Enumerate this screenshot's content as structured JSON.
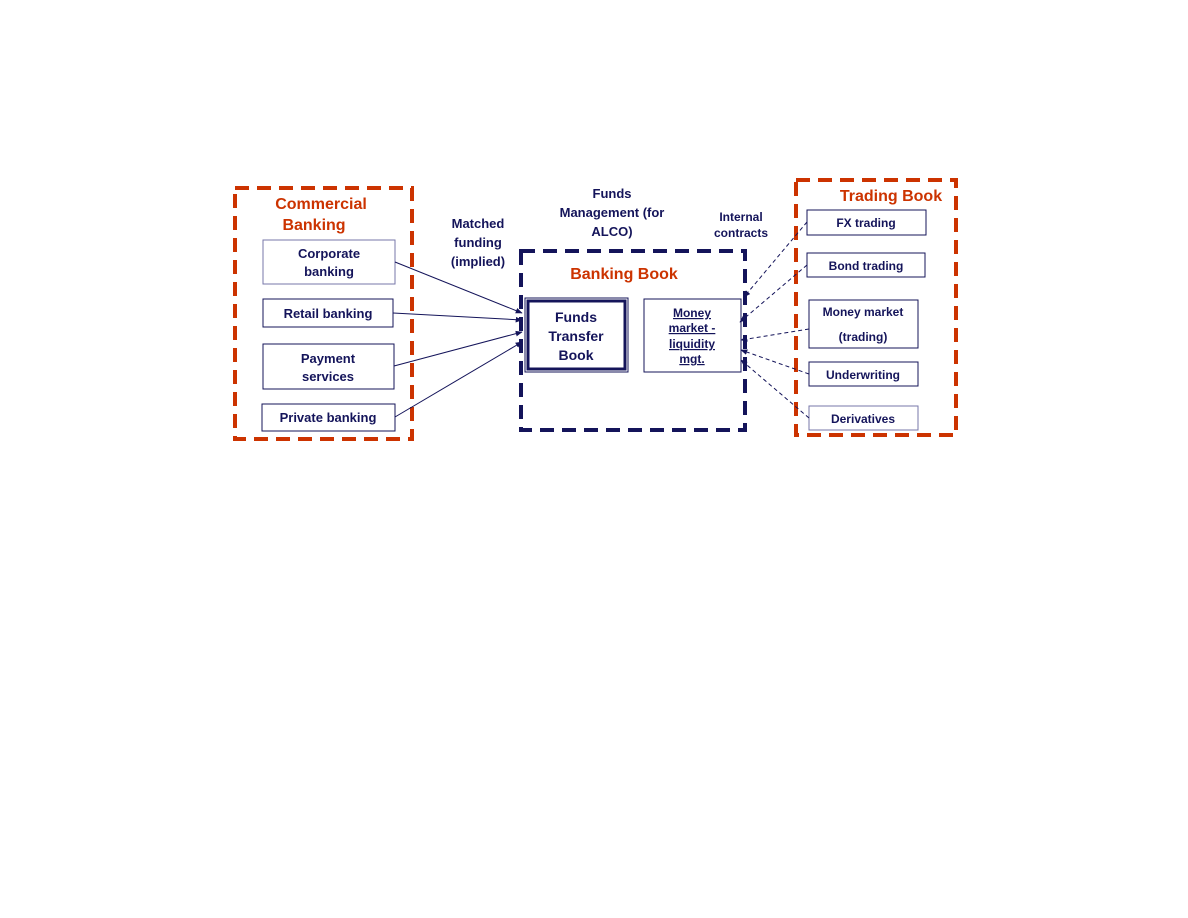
{
  "colors": {
    "navy": "#14145a",
    "orange_red": "#cc3300",
    "box_border": "#4a4a8a"
  },
  "commercial_banking": {
    "title_line1": "Commercial",
    "title_line2": "Banking",
    "items": [
      {
        "line1": "Corporate",
        "line2": "banking"
      },
      {
        "line1": "Retail banking"
      },
      {
        "line1": "Payment",
        "line2": "services"
      },
      {
        "line1": "Private banking"
      }
    ]
  },
  "matched_funding": {
    "line1": "Matched",
    "line2": "funding",
    "line3": "(implied)"
  },
  "funds_management": {
    "line1": "Funds",
    "line2": "Management (for",
    "line3": "ALCO)"
  },
  "internal_contracts": {
    "line1": "Internal",
    "line2": "contracts"
  },
  "banking_book": {
    "title": "Banking Book",
    "funds_transfer_book": {
      "line1": "Funds",
      "line2": "Transfer",
      "line3": "Book"
    },
    "money_market": {
      "line1": "Money",
      "line2": "market -",
      "line3": "liquidity",
      "line4": "mgt."
    }
  },
  "trading_book": {
    "title": "Trading Book",
    "items": [
      {
        "line1": "FX trading"
      },
      {
        "line1": "Bond trading"
      },
      {
        "line1": "Money market",
        "line2": "(trading)"
      },
      {
        "line1": "Underwriting"
      },
      {
        "line1": "Derivatives"
      }
    ]
  }
}
